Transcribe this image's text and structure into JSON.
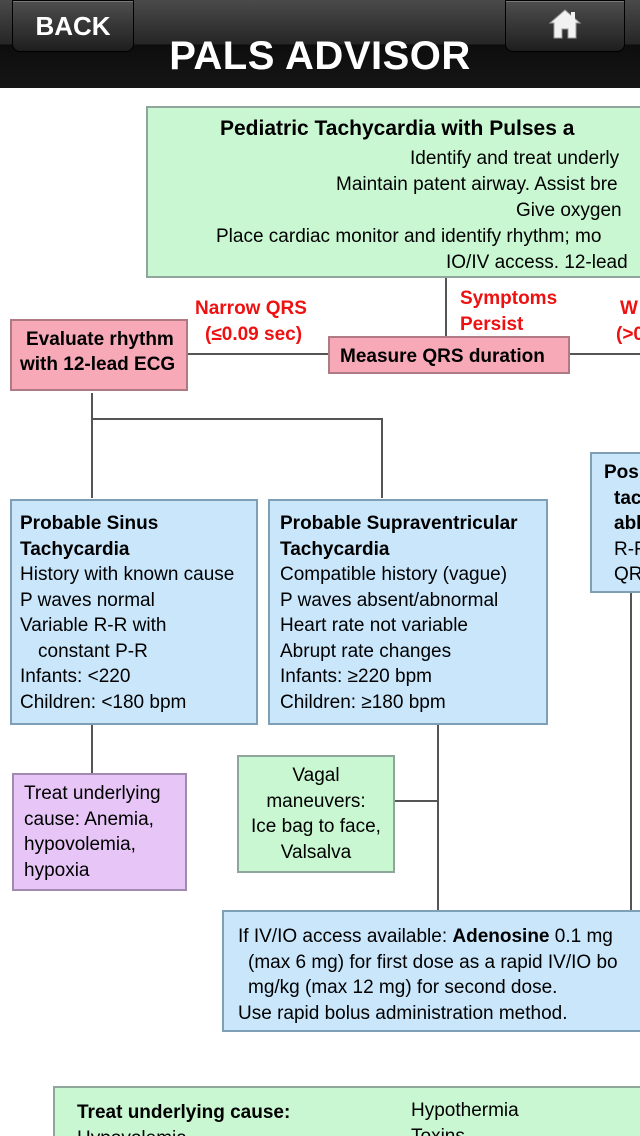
{
  "nav": {
    "back_label": "BACK",
    "title": "PALS ADVISOR",
    "home_icon": "home-icon"
  },
  "flow": {
    "header_box": {
      "title": "Pediatric Tachycardia with Pulses a",
      "lines": [
        "Identify and treat underly",
        "Maintain patent airway. Assist bre",
        "Give oxygen",
        "Place cardiac monitor and identify rhythm; mo",
        "IO/IV access. 12-lead"
      ]
    },
    "narrow_label": [
      "Narrow QRS",
      "(≤0.09 sec)"
    ],
    "symptoms_label": [
      "Symptoms",
      "Persist"
    ],
    "wide_label": [
      "W",
      "(>0"
    ],
    "evaluate_box": [
      "Evaluate rhythm",
      "with 12-lead ECG"
    ],
    "measure_box": "Measure QRS duration",
    "sinus_box": {
      "title": [
        "Probable Sinus",
        "Tachycardia"
      ],
      "lines": [
        "History with known cause",
        "P waves normal",
        "Variable R-R with",
        "  constant P-R",
        "Infants: <220",
        "Children: <180 bpm"
      ]
    },
    "svt_box": {
      "title": [
        "Probable Supraventricular",
        "Tachycardia"
      ],
      "lines": [
        "Compatible history (vague)",
        "P waves absent/abnormal",
        "Heart rate not variable",
        "Abrupt rate changes",
        "Infants: ≥220 bpm",
        "Children: ≥180 bpm"
      ]
    },
    "vt_box": {
      "lines": [
        "Pos",
        "tac",
        "abl",
        "R-F",
        "QR"
      ]
    },
    "treat_box": [
      "Treat underlying",
      "cause: Anemia,",
      "hypovolemia,",
      "hypoxia"
    ],
    "vagal_box": [
      "Vagal",
      "maneuvers:",
      "Ice bag to face,",
      "Valsalva"
    ],
    "adenosine_box": {
      "prefix": "If IV/IO access available: ",
      "drug": "Adenosine",
      "suffix": " 0.1 mg",
      "lines": [
        "(max 6 mg) for first dose as a rapid IV/IO bo",
        "mg/kg (max 12 mg) for second dose.",
        "Use rapid bolus administration method."
      ]
    },
    "bottom_box": {
      "title": "Treat underlying cause:",
      "col1": "Hypovolemia",
      "col2": [
        "Hypothermia",
        "Toxins"
      ]
    }
  }
}
